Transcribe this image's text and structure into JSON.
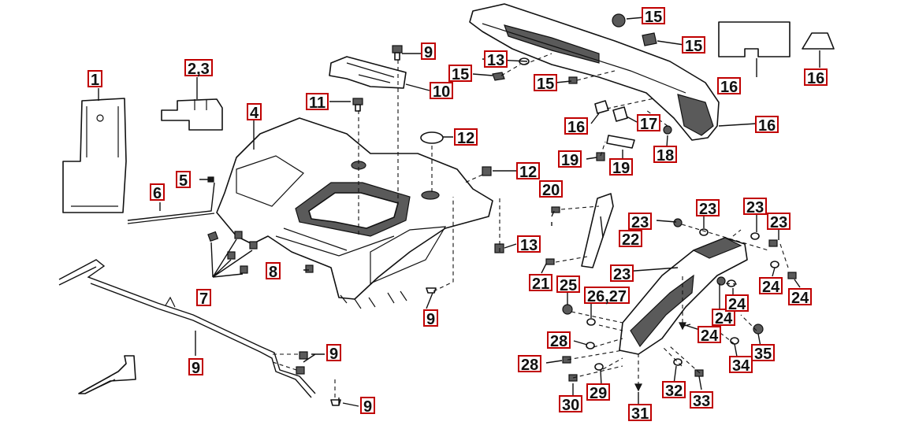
{
  "callouts": [
    {
      "id": "1",
      "text": "1"
    },
    {
      "id": "2_3",
      "text": "2,3"
    },
    {
      "id": "4",
      "text": "4"
    },
    {
      "id": "5",
      "text": "5"
    },
    {
      "id": "6",
      "text": "6"
    },
    {
      "id": "7",
      "text": "7"
    },
    {
      "id": "8",
      "text": "8"
    },
    {
      "id": "9a",
      "text": "9"
    },
    {
      "id": "9b",
      "text": "9"
    },
    {
      "id": "9c",
      "text": "9"
    },
    {
      "id": "9d",
      "text": "9"
    },
    {
      "id": "9e",
      "text": "9"
    },
    {
      "id": "10",
      "text": "10"
    },
    {
      "id": "11",
      "text": "11"
    },
    {
      "id": "12a",
      "text": "12"
    },
    {
      "id": "12b",
      "text": "12"
    },
    {
      "id": "13a",
      "text": "13"
    },
    {
      "id": "13b",
      "text": "13"
    },
    {
      "id": "15a",
      "text": "15"
    },
    {
      "id": "15b",
      "text": "15"
    },
    {
      "id": "15c",
      "text": "15"
    },
    {
      "id": "15d",
      "text": "15"
    },
    {
      "id": "16a",
      "text": "16"
    },
    {
      "id": "16b",
      "text": "16"
    },
    {
      "id": "16c",
      "text": "16"
    },
    {
      "id": "16d",
      "text": "16"
    },
    {
      "id": "17",
      "text": "17"
    },
    {
      "id": "18",
      "text": "18"
    },
    {
      "id": "19a",
      "text": "19"
    },
    {
      "id": "19b",
      "text": "19"
    },
    {
      "id": "20",
      "text": "20"
    },
    {
      "id": "21",
      "text": "21"
    },
    {
      "id": "22",
      "text": "22"
    },
    {
      "id": "23a",
      "text": "23"
    },
    {
      "id": "23b",
      "text": "23"
    },
    {
      "id": "23c",
      "text": "23"
    },
    {
      "id": "23d",
      "text": "23"
    },
    {
      "id": "23e",
      "text": "23"
    },
    {
      "id": "24a",
      "text": "24"
    },
    {
      "id": "24b",
      "text": "24"
    },
    {
      "id": "24c",
      "text": "24"
    },
    {
      "id": "24d",
      "text": "24"
    },
    {
      "id": "24e",
      "text": "24"
    },
    {
      "id": "25",
      "text": "25"
    },
    {
      "id": "26_27",
      "text": "26,27"
    },
    {
      "id": "28a",
      "text": "28"
    },
    {
      "id": "28b",
      "text": "28"
    },
    {
      "id": "29",
      "text": "29"
    },
    {
      "id": "30",
      "text": "30"
    },
    {
      "id": "31",
      "text": "31"
    },
    {
      "id": "32",
      "text": "32"
    },
    {
      "id": "33",
      "text": "33"
    },
    {
      "id": "34",
      "text": "34"
    },
    {
      "id": "35",
      "text": "35"
    }
  ]
}
